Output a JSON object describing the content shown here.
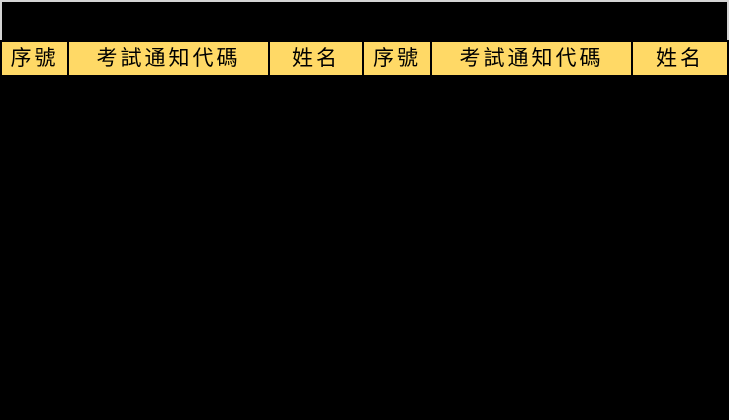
{
  "sheet": {
    "title": "",
    "header_fill_color": "#ffd966",
    "background_color": "#000000",
    "columns": [
      {
        "label": "序號"
      },
      {
        "label": "考試通知代碼"
      },
      {
        "label": "姓名"
      },
      {
        "label": "序號"
      },
      {
        "label": "考試通知代碼"
      },
      {
        "label": "姓名"
      }
    ],
    "rows": []
  }
}
